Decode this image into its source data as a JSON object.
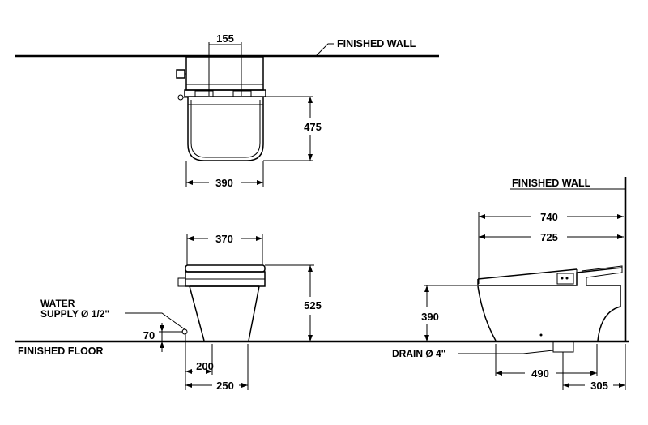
{
  "labels": {
    "finished_wall_top": "FINISHED  WALL",
    "finished_wall_side": "FINISHED  WALL",
    "finished_floor": "FINISHED  FLOOR",
    "water_supply_line1": "WATER",
    "water_supply_line2": "SUPPLY Ø 1/2\"",
    "drain": "DRAIN Ø 4\""
  },
  "dimensions": {
    "top_tank_width": "155",
    "top_depth": "475",
    "top_width": "390",
    "front_width": "370",
    "front_height": "525",
    "supply_height": "70",
    "supply_offset_a": "200",
    "supply_offset_b": "250",
    "side_total_length": "740",
    "side_seat_length": "725",
    "side_seat_height": "390",
    "drain_offset": "490",
    "drain_wall_distance": "305"
  }
}
